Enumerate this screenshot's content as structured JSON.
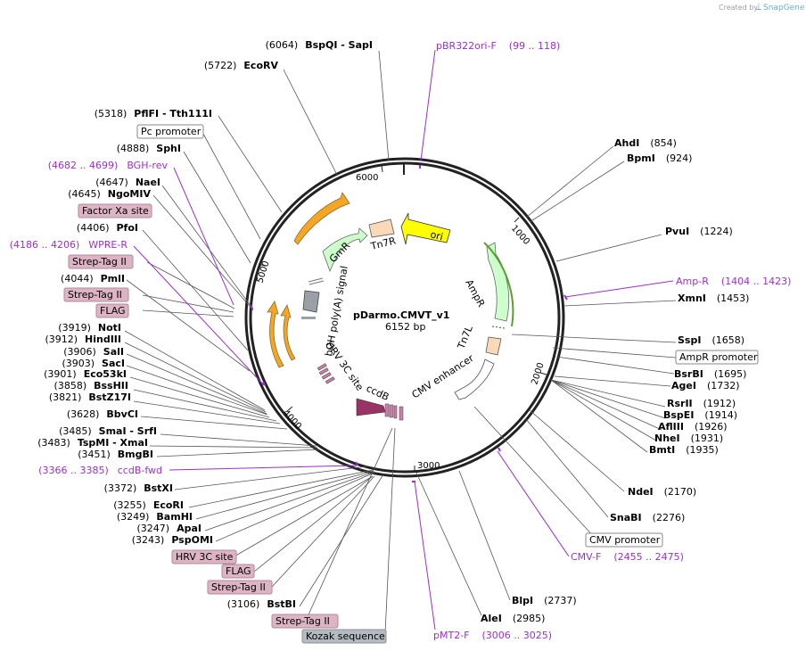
{
  "credit": {
    "prefix": "Created by",
    "brand": "SnapGene"
  },
  "plasmid": {
    "name": "pDarmo.CMVT_v1",
    "size": "6152 bp"
  },
  "ticks": [
    "1000",
    "2000",
    "3000",
    "4000",
    "5000",
    "6000"
  ],
  "right_sites": [
    {
      "name": "AhdI",
      "pos": "(854)"
    },
    {
      "name": "BpmI",
      "pos": "(924)"
    },
    {
      "name": "PvuI",
      "pos": "(1224)"
    },
    {
      "name": "XmnI",
      "pos": "(1453)"
    },
    {
      "name": "SspI",
      "pos": "(1658)"
    },
    {
      "name": "BsrBI",
      "pos": "(1695)"
    },
    {
      "name": "AgeI",
      "pos": "(1732)"
    },
    {
      "name": "RsrII",
      "pos": "(1912)"
    },
    {
      "name": "BspEI",
      "pos": "(1914)"
    },
    {
      "name": "AflIII",
      "pos": "(1926)"
    },
    {
      "name": "NheI",
      "pos": "(1931)"
    },
    {
      "name": "BmtI",
      "pos": "(1935)"
    },
    {
      "name": "NdeI",
      "pos": "(2170)"
    },
    {
      "name": "SnaBI",
      "pos": "(2276)"
    },
    {
      "name": "BlpI",
      "pos": "(2737)"
    },
    {
      "name": "AleI",
      "pos": "(2985)"
    }
  ],
  "left_sites": [
    {
      "name": "BspQI  -  SapI",
      "pos": "(6064)"
    },
    {
      "name": "EcoRV",
      "pos": "(5722)"
    },
    {
      "name": "PflFI  -  Tth111I",
      "pos": "(5318)"
    },
    {
      "name": "SphI",
      "pos": "(4888)"
    },
    {
      "name": "NaeI",
      "pos": "(4647)"
    },
    {
      "name": "NgoMIV",
      "pos": "(4645)"
    },
    {
      "name": "PfoI",
      "pos": "(4406)"
    },
    {
      "name": "PmlI",
      "pos": "(4044)"
    },
    {
      "name": "NotI",
      "pos": "(3919)"
    },
    {
      "name": "HindIII",
      "pos": "(3912)"
    },
    {
      "name": "SalI",
      "pos": "(3906)"
    },
    {
      "name": "SacI",
      "pos": "(3903)"
    },
    {
      "name": "Eco53kI",
      "pos": "(3901)"
    },
    {
      "name": "BssHII",
      "pos": "(3858)"
    },
    {
      "name": "BstZ17I",
      "pos": "(3821)"
    },
    {
      "name": "BbvCI",
      "pos": "(3628)"
    },
    {
      "name": "SmaI  -  SrfI",
      "pos": "(3485)"
    },
    {
      "name": "TspMI  -  XmaI",
      "pos": "(3483)"
    },
    {
      "name": "BmgBI",
      "pos": "(3451)"
    },
    {
      "name": "BstXI",
      "pos": "(3372)"
    },
    {
      "name": "EcoRI",
      "pos": "(3255)"
    },
    {
      "name": "BamHI",
      "pos": "(3249)"
    },
    {
      "name": "ApaI",
      "pos": "(3247)"
    },
    {
      "name": "PspOMI",
      "pos": "(3243)"
    },
    {
      "name": "BstBI",
      "pos": "(3106)"
    }
  ],
  "primers": [
    {
      "name": "pBR322ori-F",
      "range": "(99 .. 118)"
    },
    {
      "name": "Amp-R",
      "range": "(1404 .. 1423)"
    },
    {
      "name": "CMV-F",
      "range": "(2455 .. 2475)"
    },
    {
      "name": "pMT2-F",
      "range": "(3006 .. 3025)"
    },
    {
      "name": "ccdB-fwd",
      "range": "(3366 .. 3385)"
    },
    {
      "name": "WPRE-R",
      "range": "(4186 .. 4206)"
    },
    {
      "name": "BGH-rev",
      "range": "(4682 .. 4699)"
    }
  ],
  "boxed_labels": [
    {
      "text": "Pc promoter"
    },
    {
      "text": "AmpR promoter"
    },
    {
      "text": "CMV promoter"
    },
    {
      "text": "Factor Xa site"
    },
    {
      "text": "Strep-Tag II"
    },
    {
      "text": "Strep-Tag II"
    },
    {
      "text": "FLAG"
    },
    {
      "text": "HRV 3C site"
    },
    {
      "text": "FLAG"
    },
    {
      "text": "Strep-Tag II"
    },
    {
      "text": "Strep-Tag II"
    },
    {
      "text": "Kozak sequence"
    }
  ],
  "features": {
    "ori": "ori",
    "ampr": "AmpR",
    "tn7r": "Tn7R",
    "tn7l": "Tn7L",
    "gmr": "GmR",
    "cmv_enhancer": "CMV enhancer",
    "ccdb": "ccdB",
    "hrv": "HRV 3C site",
    "bgh": "bGH poly(A) signal"
  },
  "colors": {
    "primer": "#9a2fd1",
    "ori": "#ffff00",
    "ampr": "#ccffcc",
    "gmr": "#ccffcc",
    "tn7": "#f9d9b8",
    "ccdb": "#993366",
    "orange_orf": "#f5a623",
    "tag_box": "#dcb4c4",
    "kozak_box": "#b5b9c0"
  }
}
